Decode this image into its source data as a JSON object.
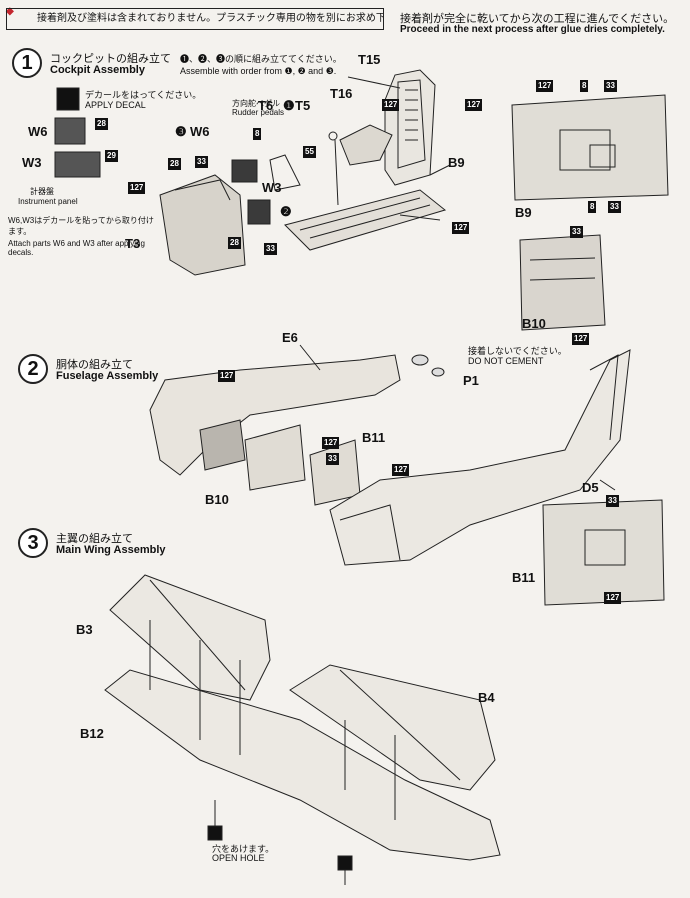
{
  "header": {
    "warning_ja": "接着剤及び塗料は含まれておりません。プラスチック専用の物を別にお求め下さい。",
    "glue_note_ja": "接着剤が完全に乾いてから次の工程に進んでください。",
    "glue_note_en": "Proceed in the next process after glue dries completely."
  },
  "step1": {
    "number": "1",
    "title_ja": "コックピットの組み立て",
    "title_en": "Cockpit Assembly",
    "order_ja": "❶、❷、❸の順に組み立ててください。",
    "order_en": "Assemble with order from ❶, ❷ and ❸.",
    "decal_ja": "デカールをはってください。",
    "decal_en": "APPLY DECAL",
    "panel_ja": "計器盤",
    "panel_en": "Instrument panel",
    "attach_ja": "W6,W3はデカールを貼ってから取り付けます。",
    "attach_en": "Attach parts W6 and W3 after applying decals.",
    "pedal_ja": "方向舵ペダル",
    "pedal_en": "Rudder pedals"
  },
  "step2": {
    "number": "2",
    "title_ja": "胴体の組み立て",
    "title_en": "Fuselage Assembly",
    "nocement_ja": "接着しないでください。",
    "nocement_en": "DO NOT CEMENT"
  },
  "step3": {
    "number": "3",
    "title_ja": "主翼の組み立て",
    "title_en": "Main Wing Assembly",
    "hole_ja": "穴をあけます。",
    "hole_en": "OPEN HOLE"
  },
  "parts": {
    "T15": "T15",
    "T16": "T16",
    "T5": "T5",
    "T6": "T6",
    "W6": "W6",
    "W3": "W3",
    "T3": "T3",
    "B9": "B9",
    "B10": "B10",
    "B11": "B11",
    "B12": "B12",
    "B3": "B3",
    "B4": "B4",
    "E6": "E6",
    "D5": "D5",
    "P1": "P1",
    "c1": "❶",
    "c3": "❸",
    "c2": "❷"
  },
  "badges": {
    "b127": "127",
    "b8": "8",
    "b33": "33",
    "b55": "55",
    "b28": "28",
    "b29": "29"
  }
}
